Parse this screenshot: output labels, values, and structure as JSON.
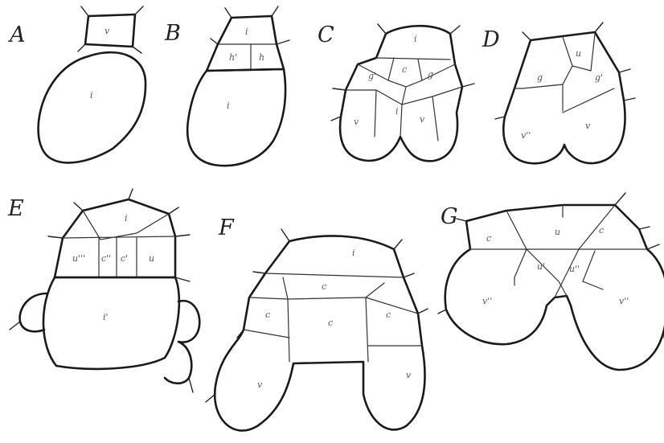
{
  "panels": [
    {
      "letter": "A",
      "cells": [
        "v",
        "i"
      ]
    },
    {
      "letter": "B",
      "cells": [
        "i",
        "h'",
        "h",
        "i"
      ]
    },
    {
      "letter": "C",
      "cells": [
        "i",
        "g'",
        "c",
        "g",
        "i",
        "v",
        "v"
      ]
    },
    {
      "letter": "D",
      "cells": [
        "u",
        "g",
        "g'",
        "v''",
        "v"
      ]
    },
    {
      "letter": "E",
      "cells": [
        "i",
        "u'''",
        "c''",
        "c'",
        "u",
        "i'"
      ]
    },
    {
      "letter": "F",
      "cells": [
        "i",
        "c",
        "c",
        "c",
        "c",
        "v",
        "v"
      ]
    },
    {
      "letter": "G",
      "cells": [
        "c",
        "u",
        "c",
        "u'",
        "u''",
        "v''",
        "v''"
      ]
    }
  ],
  "colors": {
    "ink": "#1a1a1a",
    "paper": "#ffffff",
    "label": "#555555"
  }
}
